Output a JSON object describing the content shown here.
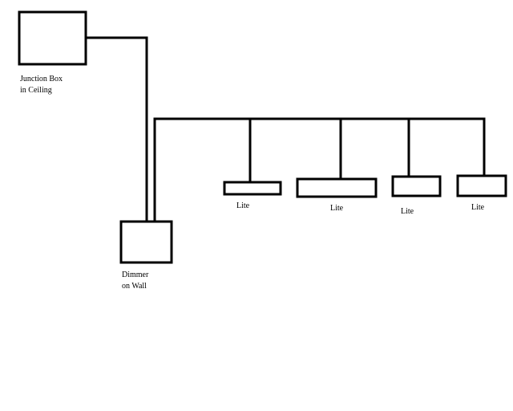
{
  "junction_box": {
    "line1": "Junction Box",
    "line2": "in Ceiling"
  },
  "dimmer": {
    "line1": "Dimmer",
    "line2": "on Wall"
  },
  "lights": [
    {
      "label": "Lite"
    },
    {
      "label": "Lite"
    },
    {
      "label": "Lite"
    },
    {
      "label": "Lite"
    }
  ],
  "colors": {
    "line": "#000000",
    "background": "#ffffff"
  }
}
